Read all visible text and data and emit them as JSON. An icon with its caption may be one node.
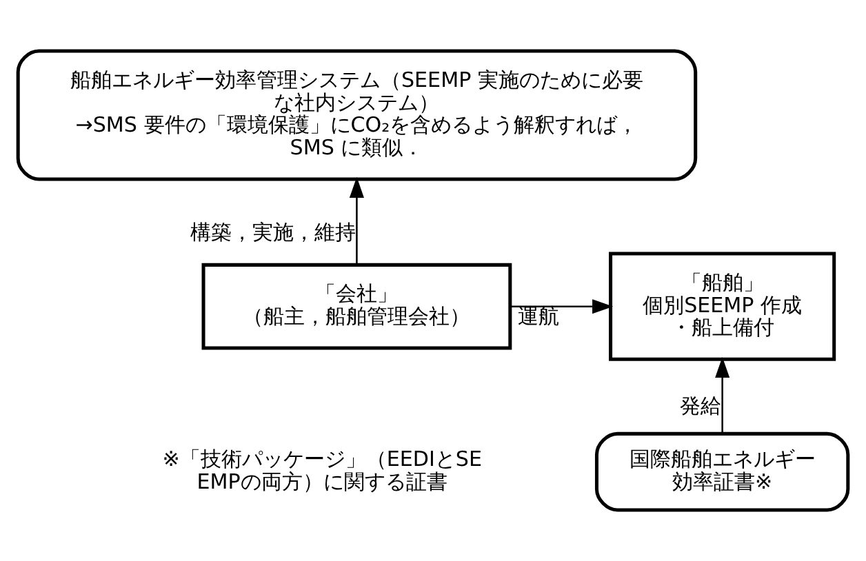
{
  "diagram": {
    "nodes": [
      {
        "text": [
          "船舶エネルギー効率管理システム（SEEMP 実施のために必要な社内システム）",
          "→SMS 要件の「環境保護」にCO₂を含めるよう解釈すれば，SMS に類似．"
        ]
      },
      {
        "text": [
          "「会社」",
          "（船主，船舶管理会社）"
        ]
      },
      {
        "text": [
          "「船舶」",
          "個別SEEMP 作成・船上備付"
        ]
      },
      {
        "text": [
          "国際船舶エネルギー効率証書※"
        ]
      }
    ],
    "edges": [
      {
        "from": 1,
        "to": 0,
        "arrow": "to",
        "label": "構築，実施，維持"
      },
      {
        "from": 1,
        "to": 2,
        "arrow": "to",
        "label": "運航"
      },
      {
        "from": 3,
        "to": 2,
        "arrow": "to",
        "label": "発給"
      }
    ],
    "labels": [
      "※「技術パッケージ」（EEDIとSEEMPの両方）に関する証書"
    ]
  }
}
